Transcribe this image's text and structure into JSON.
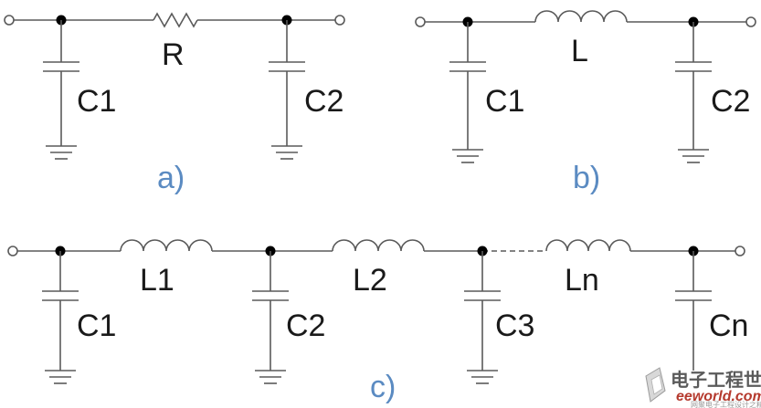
{
  "circuits": {
    "a": {
      "caption": "a)",
      "r_label": "R",
      "c1_label": "C1",
      "c2_label": "C2"
    },
    "b": {
      "caption": "b)",
      "l_label": "L",
      "c1_label": "C1",
      "c2_label": "C2"
    },
    "c": {
      "caption": "c)",
      "l1_label": "L1",
      "l2_label": "L2",
      "ln_label": "Ln",
      "c1_label": "C1",
      "c2_label": "C2",
      "c3_label": "C3",
      "cn_label": "Cn"
    }
  },
  "watermark": {
    "title": "电子工程世界",
    "url": "eeworld.com.cn",
    "subtitle": "网聚电子工程设计之精"
  },
  "colors": {
    "wire": "#5a5a5a",
    "caption": "#5b8bc2",
    "label": "#1a1a1a"
  }
}
